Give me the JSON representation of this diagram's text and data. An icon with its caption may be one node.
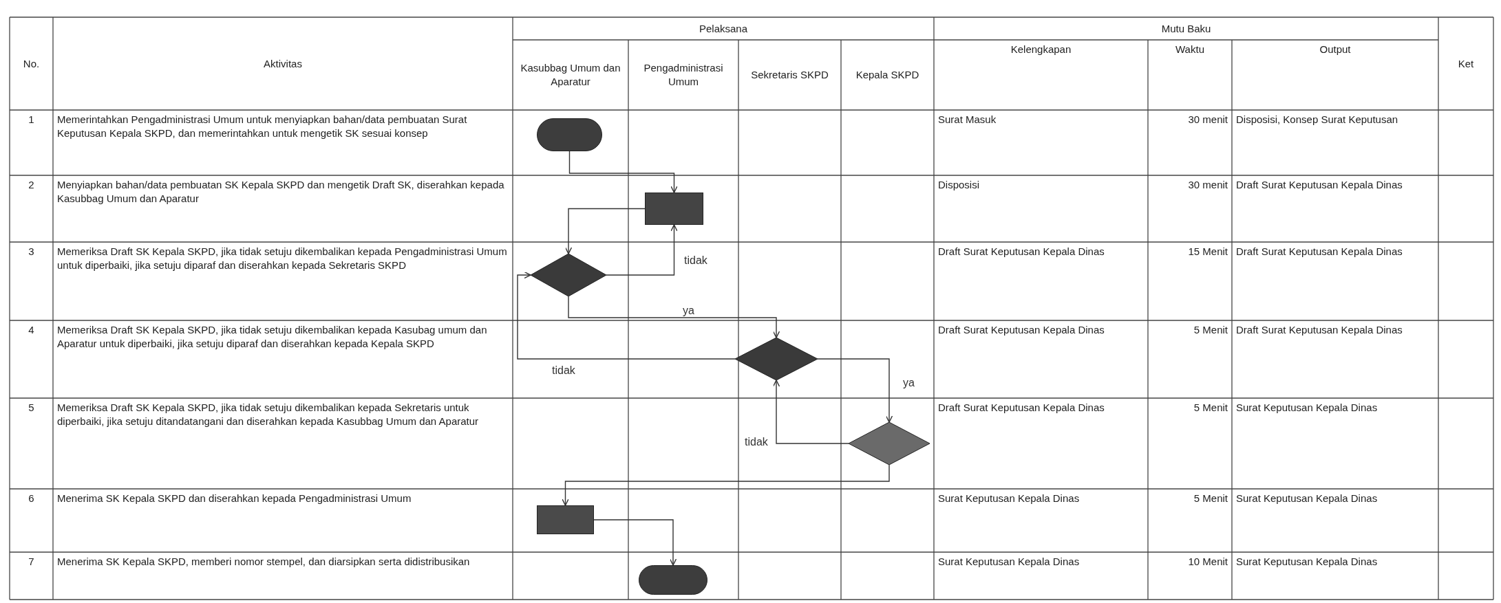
{
  "diagram": {
    "nodes": [
      {
        "text": [],
        "shape": "oval"
      },
      {
        "text": [],
        "shape": "box"
      },
      {
        "text": [],
        "shape": "diamond"
      },
      {
        "text": [],
        "shape": "diamond"
      },
      {
        "text": [],
        "shape": "diamond"
      },
      {
        "text": [],
        "shape": "box"
      },
      {
        "text": [],
        "shape": "oval"
      }
    ],
    "edges": [
      {
        "from": 0,
        "to": 1,
        "arrow": "to"
      },
      {
        "from": 1,
        "to": 2,
        "arrow": "to"
      },
      {
        "from": 2,
        "to": 1,
        "arrow": "to",
        "label": "tidak"
      },
      {
        "from": 2,
        "to": 3,
        "arrow": "to",
        "label": "ya"
      },
      {
        "from": 3,
        "to": 2,
        "arrow": "to",
        "label": "tidak"
      },
      {
        "from": 3,
        "to": 4,
        "arrow": "to",
        "label": "ya"
      },
      {
        "from": 4,
        "to": 3,
        "arrow": "to",
        "label": "tidak"
      },
      {
        "from": 4,
        "to": 5,
        "arrow": "to"
      },
      {
        "from": 5,
        "to": 6,
        "arrow": "to"
      }
    ],
    "labels": [
      "No.",
      "Aktivitas",
      "Pelaksana",
      "Mutu Baku",
      "Ket",
      "Kasubbag Umum dan Aparatur",
      "Pengadministrasi Umum",
      "Sekretaris SKPD",
      "Kepala SKPD",
      "Kelengkapan",
      "Waktu",
      "Output",
      "1",
      "Memerintahkan Pengadministrasi Umum untuk menyiapkan bahan/data pembuatan Surat Keputusan Kepala SKPD, dan memerintahkan untuk mengetik SK sesuai konsep",
      "Surat Masuk",
      "30 menit",
      "Disposisi, Konsep Surat Keputusan",
      "2",
      "Menyiapkan bahan/data pembuatan SK Kepala SKPD dan mengetik Draft SK, diserahkan kepada Kasubbag Umum dan Aparatur",
      "Disposisi",
      "30 menit",
      "Draft Surat Keputusan Kepala Dinas",
      "3",
      "Memeriksa Draft SK Kepala SKPD, jika tidak setuju dikembalikan kepada Pengadministrasi Umum untuk diperbaiki, jika setuju diparaf dan diserahkan kepada Sekretaris SKPD",
      "Draft Surat Keputusan Kepala Dinas",
      "15 Menit",
      "Draft Surat Keputusan Kepala Dinas",
      "4",
      "Memeriksa Draft SK Kepala SKPD, jika tidak setuju dikembalikan kepada Kasubag umum dan Aparatur untuk diperbaiki, jika setuju diparaf dan diserahkan kepada Kepala SKPD",
      "Draft Surat Keputusan Kepala Dinas",
      "5 Menit",
      "Draft Surat Keputusan Kepala Dinas",
      "5",
      "Memeriksa Draft SK Kepala SKPD, jika tidak setuju dikembalikan kepada Sekretaris untuk diperbaiki, jika setuju ditandatangani dan diserahkan kepada Kasubbag Umum dan Aparatur",
      "Draft Surat Keputusan Kepala Dinas",
      "5 Menit",
      "Surat Keputusan Kepala Dinas",
      "6",
      "Menerima SK Kepala SKPD dan diserahkan kepada Pengadministrasi Umum",
      "Surat Keputusan Kepala Dinas",
      "5 Menit",
      "Surat Keputusan Kepala Dinas",
      "7",
      "Menerima SK Kepala SKPD, memberi nomor stempel, dan diarsipkan serta didistribusikan",
      "Surat Keputusan Kepala Dinas",
      "10 Menit",
      "Surat Keputusan Kepala Dinas"
    ]
  }
}
